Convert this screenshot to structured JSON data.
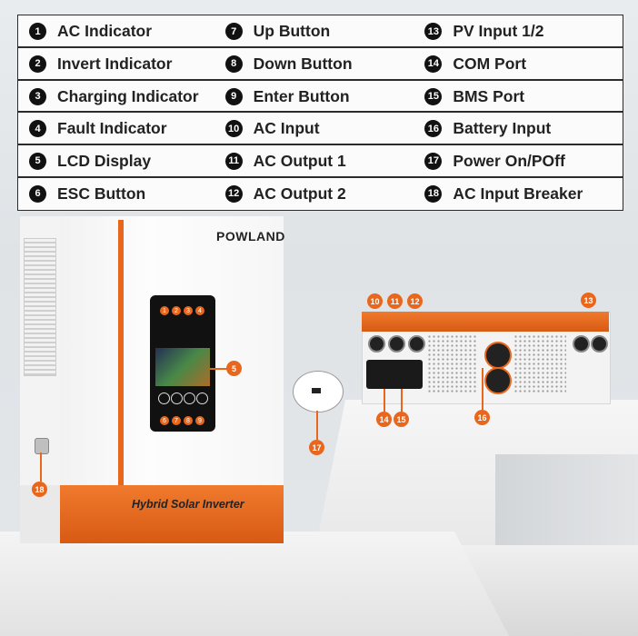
{
  "legend": [
    {
      "num": "1",
      "label": "AC Indicator"
    },
    {
      "num": "2",
      "label": "Invert Indicator"
    },
    {
      "num": "3",
      "label": "Charging Indicator"
    },
    {
      "num": "4",
      "label": "Fault Indicator"
    },
    {
      "num": "5",
      "label": "LCD Display"
    },
    {
      "num": "6",
      "label": "ESC Button"
    },
    {
      "num": "7",
      "label": "Up Button"
    },
    {
      "num": "8",
      "label": "Down Button"
    },
    {
      "num": "9",
      "label": "Enter Button"
    },
    {
      "num": "10",
      "label": "AC Input"
    },
    {
      "num": "11",
      "label": "AC Output 1"
    },
    {
      "num": "12",
      "label": "AC Output 2"
    },
    {
      "num": "13",
      "label": "PV Input 1/2"
    },
    {
      "num": "14",
      "label": "COM Port"
    },
    {
      "num": "15",
      "label": "BMS Port"
    },
    {
      "num": "16",
      "label": "Battery Input"
    },
    {
      "num": "17",
      "label": "Power On/POff"
    },
    {
      "num": "18",
      "label": "AC Input Breaker"
    }
  ],
  "product": {
    "brand": "POWLAND",
    "name": "Hybrid Solar Inverter",
    "accent_color": "#e8671d"
  },
  "callouts": {
    "c1": "1",
    "c2": "2",
    "c3": "3",
    "c4": "4",
    "c5": "5",
    "c6": "6",
    "c7": "7",
    "c8": "8",
    "c9": "9",
    "c10": "10",
    "c11": "11",
    "c12": "12",
    "c13": "13",
    "c14": "14",
    "c15": "15",
    "c16": "16",
    "c17": "17",
    "c18": "18"
  }
}
